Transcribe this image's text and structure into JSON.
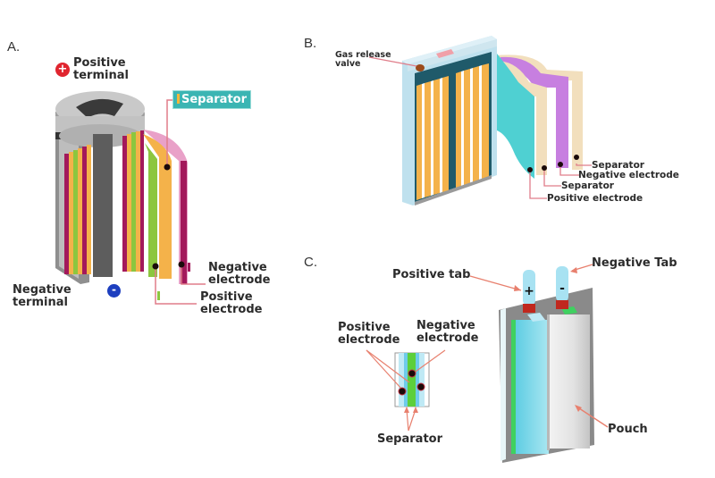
{
  "panels": {
    "a": {
      "letter": "A.",
      "labels": {
        "positive_terminal": [
          "Positive",
          "terminal"
        ],
        "negative_terminal": [
          "Negative",
          "terminal"
        ],
        "separator": "Separator",
        "negative_electrode": [
          "Negative",
          "electrode"
        ],
        "positive_electrode": [
          "Positive",
          "electrode"
        ]
      },
      "icons": {
        "positive": "+",
        "negative": "-"
      }
    },
    "b": {
      "letter": "B.",
      "labels": {
        "gas_release_valve": [
          "Gas release",
          "valve"
        ],
        "separator_outer": "Separator",
        "negative_electrode": "Negative electrode",
        "separator_inner": "Separator",
        "positive_electrode": "Positive electrode"
      }
    },
    "c": {
      "letter": "C.",
      "labels": {
        "positive_tab": "Positive tab",
        "negative_tab": "Negative Tab",
        "positive_electrode": [
          "Positive",
          "electrode"
        ],
        "negative_electrode": [
          "Negative",
          "electrode"
        ],
        "separator": "Separator",
        "pouch": "Pouch"
      },
      "tab_signs": {
        "plus": "+",
        "minus": "-"
      }
    }
  },
  "colors": {
    "magenta": "#a3195b",
    "orange": "#f4b24a",
    "green": "#8cc63f",
    "pink": "#e9a1c8",
    "teal": "#4fd0d2",
    "purple": "#c77fe0",
    "beige": "#f2dfbd",
    "dark_teal": "#1f5a6a",
    "leader": "#e07d8a",
    "pouch_gray": "#8a8a8a"
  }
}
